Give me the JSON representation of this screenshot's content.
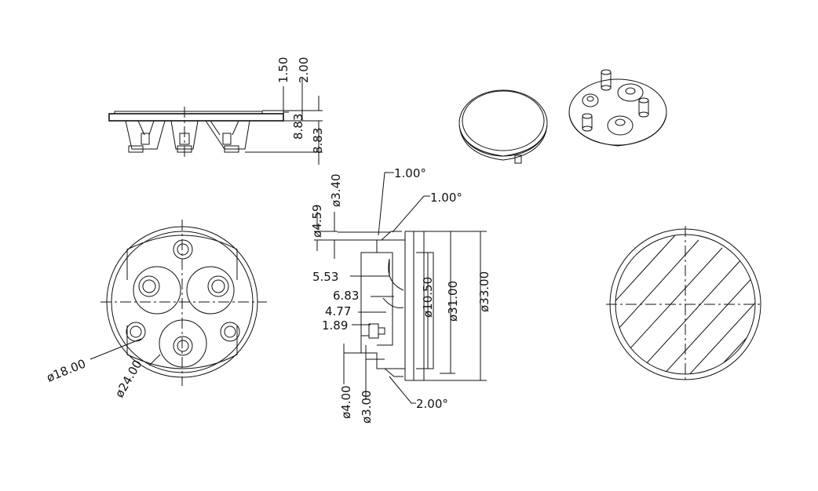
{
  "dims": {
    "d150": "1.50",
    "d200": "2.00",
    "d883a": "8.83",
    "d883b": "8.83",
    "d100a": "1.00°",
    "d100b": "1.00°",
    "d459": "ø4.59",
    "d340": "ø3.40",
    "d553": "5.53",
    "d683": "6.83",
    "d477": "4.77",
    "d189": "1.89",
    "d1050": "ø10.50",
    "d3100": "ø31.00",
    "d3300": "ø33.00",
    "d400": "ø4.00",
    "d300": "ø3.00",
    "d200deg": "2.00°",
    "d1800": "ø18.00",
    "d2400": "ø24.00"
  }
}
